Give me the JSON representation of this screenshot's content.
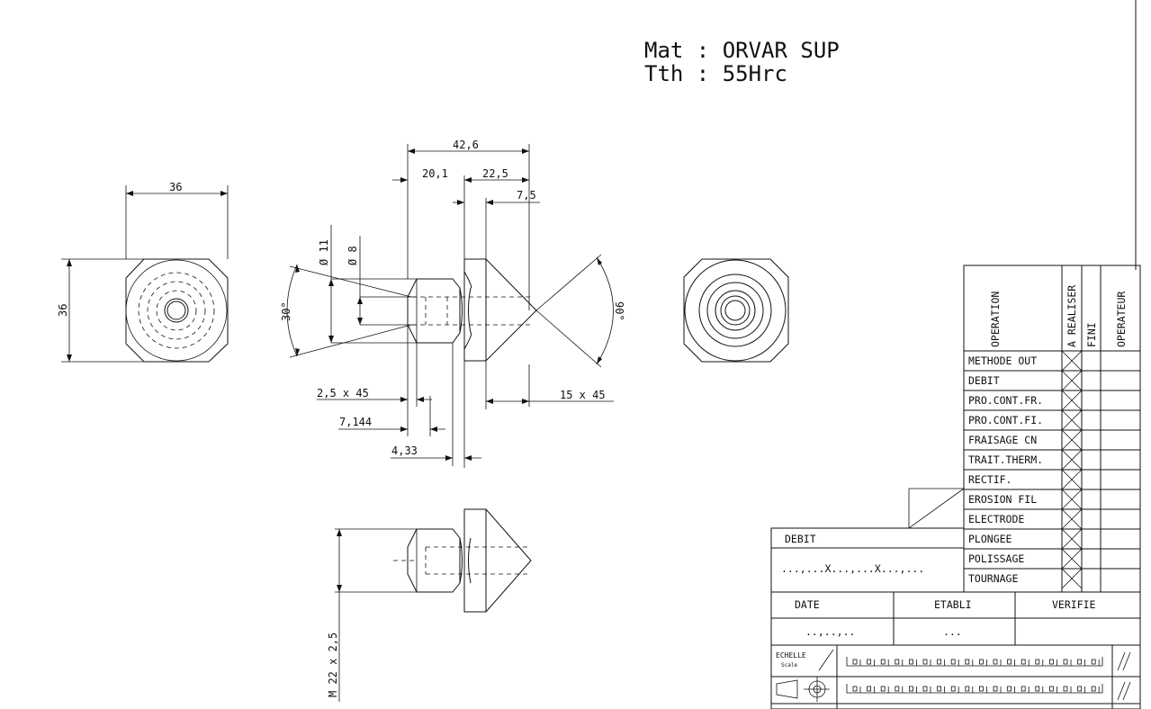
{
  "material": {
    "line1": "Mat  :  ORVAR SUP",
    "line2": "Tth  :  55Hrc"
  },
  "dimensions": {
    "left_width": "36",
    "left_height": "36",
    "total_length": "42,6",
    "d_20_1": "20,1",
    "d_22_5": "22,5",
    "d_7_5": "7,5",
    "dia_11": "Ø 11",
    "dia_8": "Ø 8",
    "angle_30": "30°",
    "angle_90": "90°",
    "chamfer_2_5": "2,5 x 45",
    "chamfer_15": "15 x 45",
    "d_7_144": "7,144",
    "d_4_33": "4,33",
    "thread": "M 22 x 2,5"
  },
  "operations": {
    "headers": {
      "operation": "OPERATION",
      "a_realiser": "A REALISER",
      "fini": "FINI",
      "operateur": "OPERATEUR"
    },
    "rows": [
      "METHODE OUT",
      "DEBIT",
      "PRO.CONT.FR.",
      "PRO.CONT.FI.",
      "FRAISAGE CN",
      "TRAIT.THERM.",
      "RECTIF.",
      "EROSION FIL",
      "ELECTRODE",
      "PLONGEE",
      "POLISSAGE",
      "TOURNAGE"
    ]
  },
  "title_block": {
    "debit_label": "DEBIT",
    "debit_value": "...,...X...,...X...,...",
    "date_label": "DATE",
    "etabli_label": "ETABLI",
    "verifie_label": "VERIFIE",
    "date_value": "..,..,..",
    "etabli_value": "...",
    "echelle_label": "ECHELLE",
    "scale_label": "Scale"
  }
}
